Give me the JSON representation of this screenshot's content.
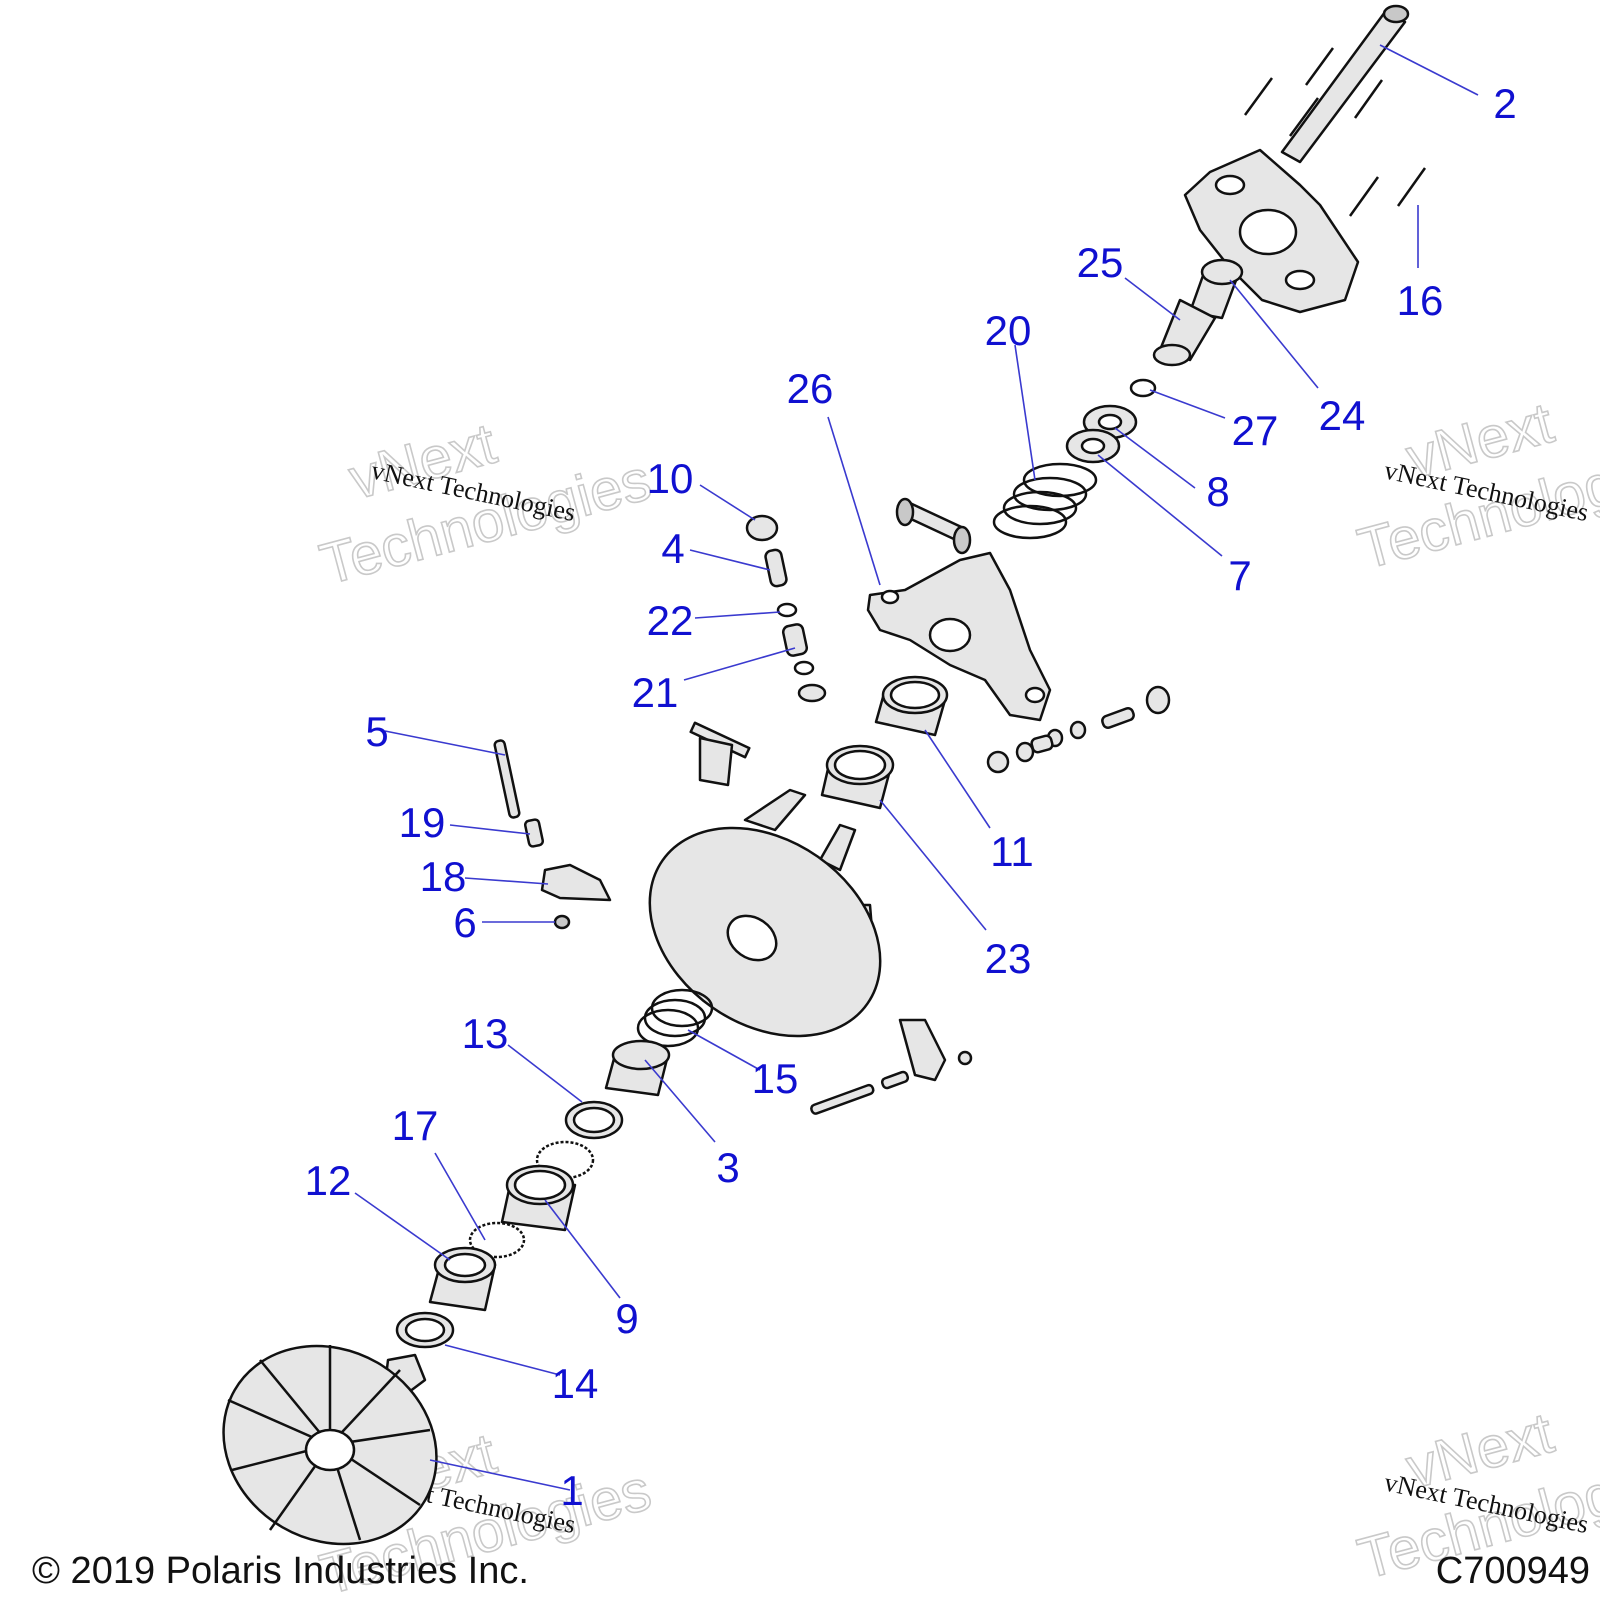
{
  "callouts": [
    {
      "id": "1",
      "label": "1"
    },
    {
      "id": "2",
      "label": "2"
    },
    {
      "id": "3",
      "label": "3"
    },
    {
      "id": "4",
      "label": "4"
    },
    {
      "id": "5",
      "label": "5"
    },
    {
      "id": "6",
      "label": "6"
    },
    {
      "id": "7",
      "label": "7"
    },
    {
      "id": "8",
      "label": "8"
    },
    {
      "id": "9",
      "label": "9"
    },
    {
      "id": "10",
      "label": "10"
    },
    {
      "id": "11",
      "label": "11"
    },
    {
      "id": "12",
      "label": "12"
    },
    {
      "id": "13",
      "label": "13"
    },
    {
      "id": "14",
      "label": "14"
    },
    {
      "id": "15",
      "label": "15"
    },
    {
      "id": "16",
      "label": "16"
    },
    {
      "id": "17",
      "label": "17"
    },
    {
      "id": "18",
      "label": "18"
    },
    {
      "id": "19",
      "label": "19"
    },
    {
      "id": "20",
      "label": "20"
    },
    {
      "id": "21",
      "label": "21"
    },
    {
      "id": "22",
      "label": "22"
    },
    {
      "id": "23",
      "label": "23"
    },
    {
      "id": "24",
      "label": "24"
    },
    {
      "id": "25",
      "label": "25"
    },
    {
      "id": "26",
      "label": "26"
    },
    {
      "id": "27",
      "label": "27"
    }
  ],
  "watermark": {
    "line1": "vNext Technologies",
    "big1": "vNext",
    "big2": "Technologies"
  },
  "footer": {
    "copyright": "© 2019 Polaris Industries Inc.",
    "figure_id": "C700949"
  },
  "colors": {
    "callout": "#1010d0",
    "leader": "#3a3acf",
    "outline": "#111111"
  }
}
